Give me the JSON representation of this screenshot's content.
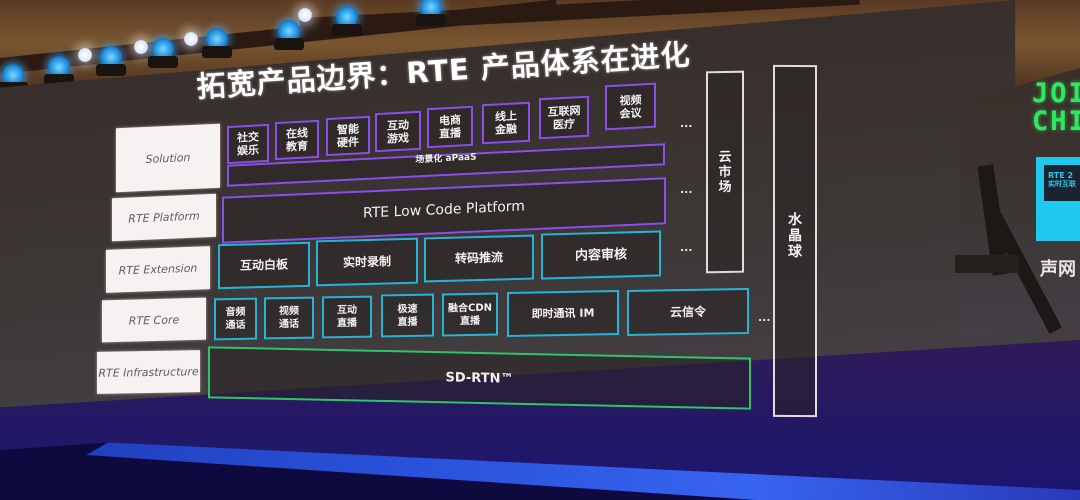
{
  "slide": {
    "title": "拓宽产品边界：RTE 产品体系在进化",
    "layers": [
      {
        "label": "Solution"
      },
      {
        "label": "RTE Platform"
      },
      {
        "label": "RTE Extension"
      },
      {
        "label": "RTE Core"
      },
      {
        "label": "RTE Infrastructure"
      }
    ],
    "solution": {
      "items": [
        {
          "line1": "社交",
          "line2": "娱乐"
        },
        {
          "line1": "在线",
          "line2": "教育"
        },
        {
          "line1": "智能",
          "line2": "硬件"
        },
        {
          "line1": "互动",
          "line2": "游戏"
        },
        {
          "line1": "电商",
          "line2": "直播"
        },
        {
          "line1": "线上",
          "line2": "金融"
        },
        {
          "line1": "互联网",
          "line2": "医疗"
        },
        {
          "line1": "视频",
          "line2": "会议"
        }
      ],
      "apaas_label": "场景化 aPaaS"
    },
    "platform": {
      "label": "RTE Low Code Platform"
    },
    "extension": {
      "items": [
        "互动白板",
        "实时录制",
        "转码推流",
        "内容审核"
      ]
    },
    "core": {
      "items": [
        {
          "line1": "音频",
          "line2": "通话"
        },
        {
          "line1": "视频",
          "line2": "通话"
        },
        {
          "line1": "互动",
          "line2": "直播"
        },
        {
          "line1": "极速",
          "line2": "直播"
        },
        {
          "line1": "融合CDN",
          "line2": "直播"
        },
        {
          "line1": "即时通讯 IM",
          "line2": ""
        },
        {
          "line1": "云信令",
          "line2": ""
        }
      ]
    },
    "infrastructure": {
      "label": "SD-RTN™"
    },
    "cloud_market": {
      "label": "云\n市\n场"
    },
    "crystal_ball": {
      "label": "水\n晶\n球"
    },
    "ellipsis": "..."
  },
  "side_screen": {
    "brand_lines": "JOI\nCHI",
    "logo_text_line1": "RTE 2",
    "logo_text_line2": "实时互联",
    "caption": "声网"
  },
  "colors": {
    "solution_border": "#8a4fe8",
    "platform_border": "#8a4fe8",
    "extension_border": "#25b3d6",
    "core_border": "#25b3d6",
    "infrastructure_border": "#2fc46a",
    "side_column_border": "#e4dcdc",
    "brand_green": "#2ee860",
    "logo_cyan": "#1fc8ec"
  }
}
